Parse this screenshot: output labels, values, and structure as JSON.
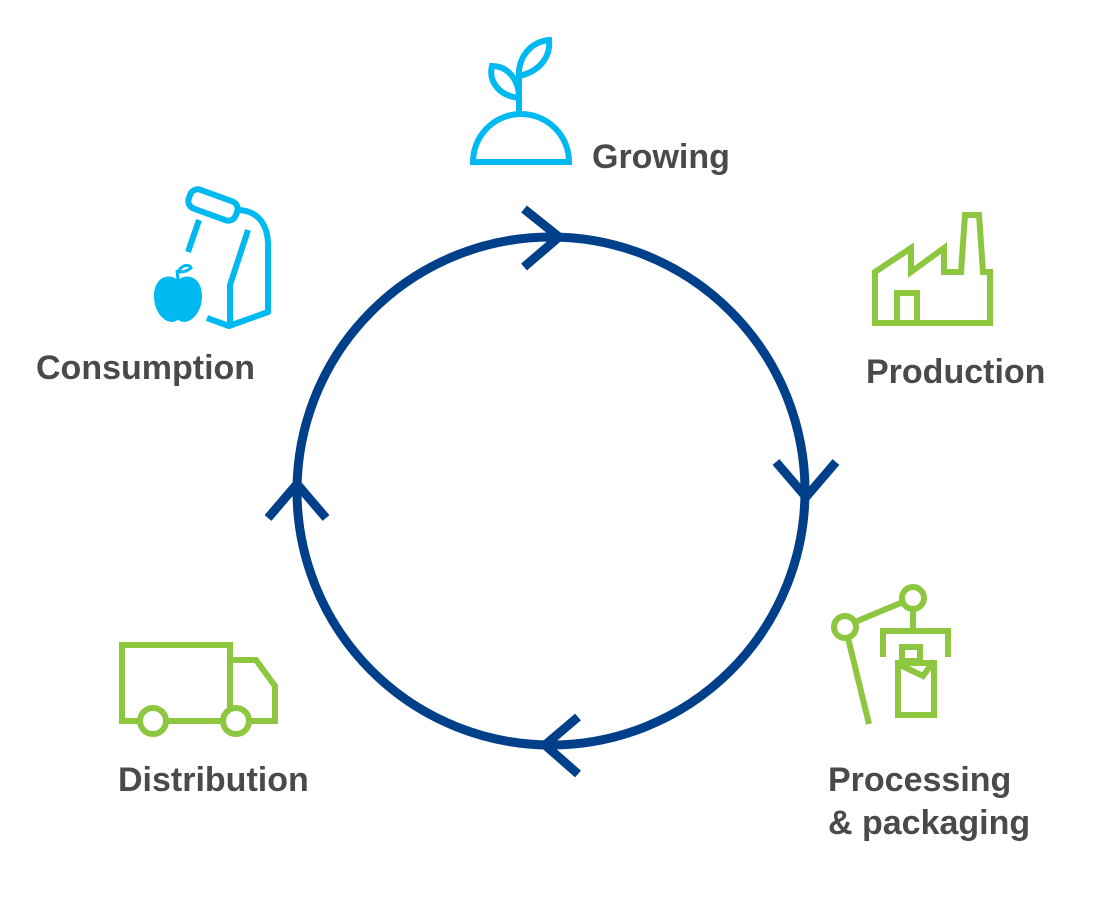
{
  "title": "Food supply cycle",
  "stages": [
    {
      "label": "Growing",
      "icon": "sprout-icon"
    },
    {
      "label": "Production",
      "icon": "factory-icon"
    },
    {
      "label": "Processing",
      "label2": "& packaging",
      "icon": "robot-arm-packaging-icon"
    },
    {
      "label": "Distribution",
      "icon": "truck-icon"
    },
    {
      "label": "Consumption",
      "icon": "bag-and-apple-icon"
    }
  ],
  "colors": {
    "cycle": "#003f8a",
    "blue": "#00b9f1",
    "green": "#8dc63f",
    "text": "#4a4a4a"
  }
}
